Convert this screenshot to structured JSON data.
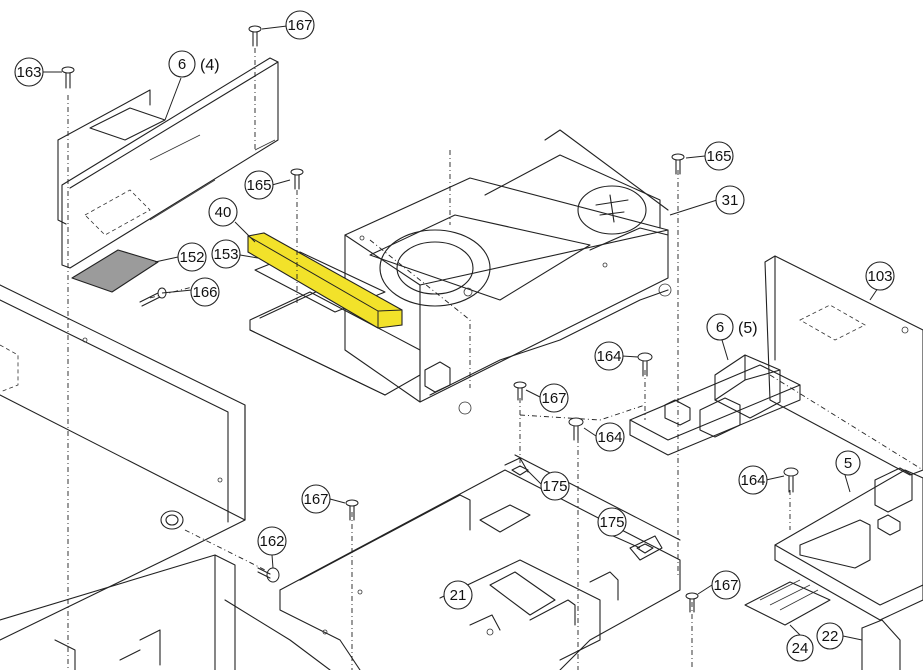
{
  "diagram": {
    "callouts": [
      "163",
      "6",
      "(4)",
      "167",
      "165",
      "40",
      "153",
      "152",
      "166",
      "31",
      "165",
      "103",
      "6",
      "(5)",
      "164",
      "167",
      "164",
      "5",
      "164",
      "175",
      "175",
      "167",
      "162",
      "21",
      "167",
      "24",
      "22"
    ],
    "highlight_color": "#f2e22a"
  }
}
